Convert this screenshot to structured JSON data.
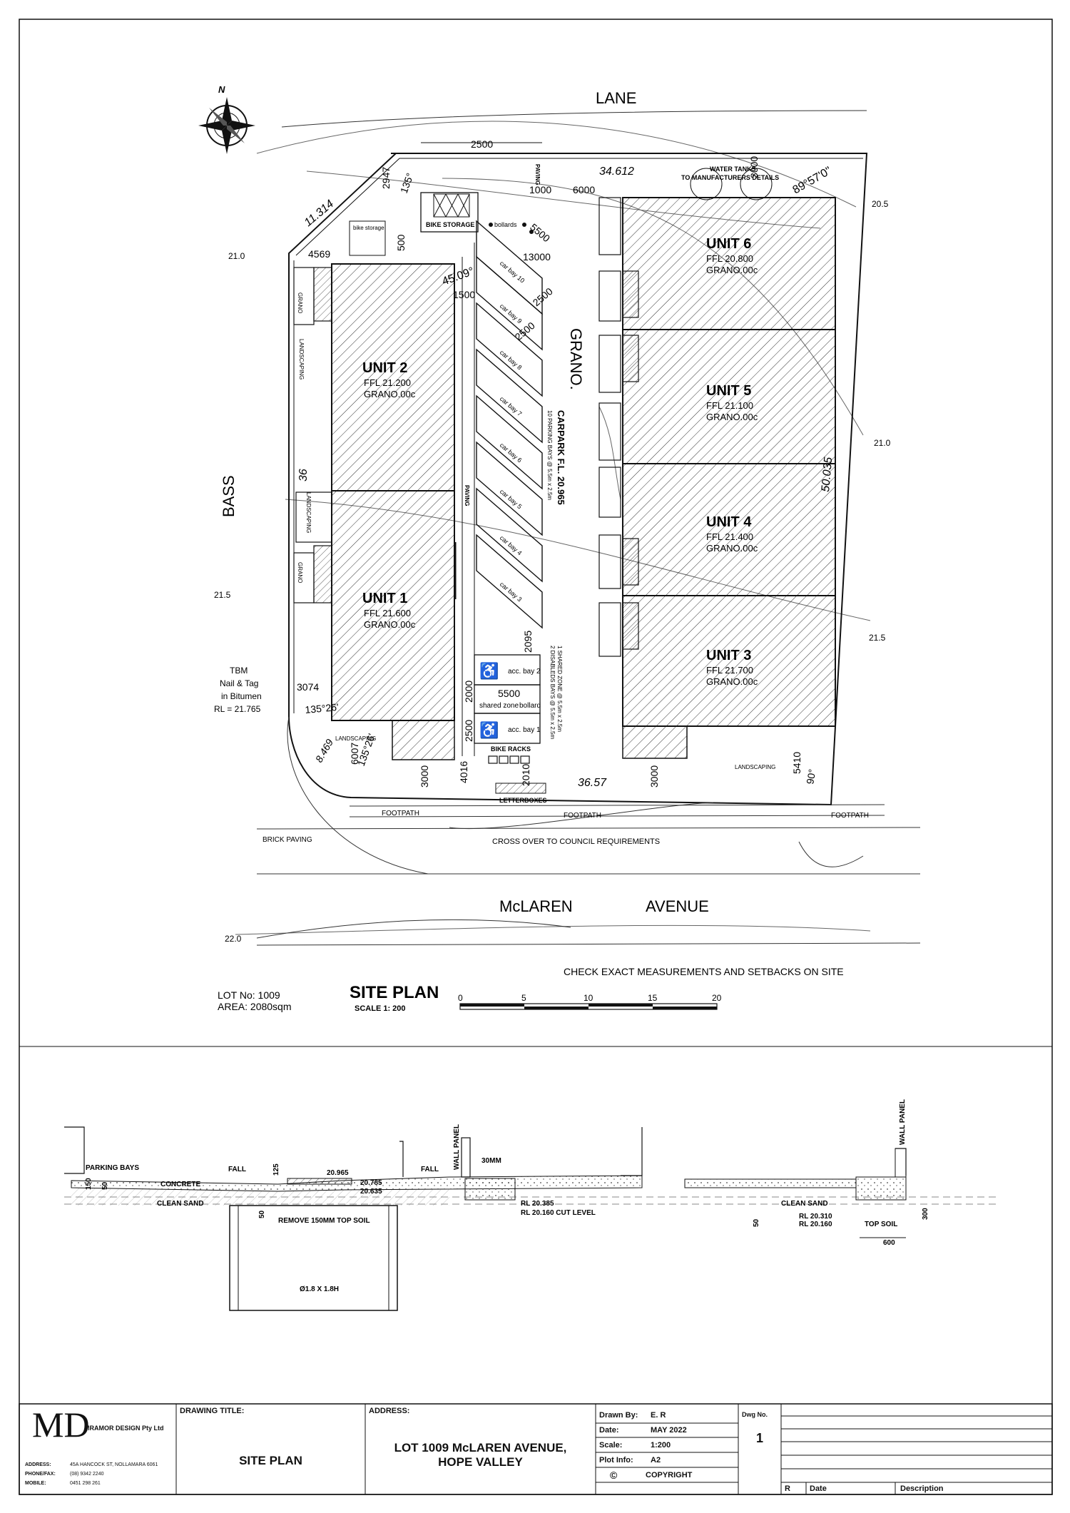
{
  "north": "N",
  "streets": {
    "lane": "LANE",
    "bass": "BASS",
    "mclaren": "McLAREN",
    "avenue": "AVENUE"
  },
  "units": [
    {
      "name": "UNIT 6",
      "ffl": "FFL 20.800",
      "grano": "GRANO.00c"
    },
    {
      "name": "UNIT 5",
      "ffl": "FFL 21.100",
      "grano": "GRANO.00c"
    },
    {
      "name": "UNIT 4",
      "ffl": "FFL 21.400",
      "grano": "GRANO.00c"
    },
    {
      "name": "UNIT 3",
      "ffl": "FFL 21.700",
      "grano": "GRANO.00c"
    },
    {
      "name": "UNIT 2",
      "ffl": "FFL 21.200",
      "grano": "GRANO.00c"
    },
    {
      "name": "UNIT 1",
      "ffl": "FFL 21.600",
      "grano": "GRANO.00c"
    }
  ],
  "car_bays": [
    "car bay 10",
    "car bay 9",
    "car bay 8",
    "car bay 7",
    "car bay 6",
    "car bay 5",
    "car bay 4",
    "car bay 3"
  ],
  "labels": {
    "water_tanks_1": "WATER TANKS",
    "water_tanks_2": "TO MANUFACTURERS DETAILS",
    "bike_storage": "BIKE STORAGE",
    "bike_storage_small": "bike storage",
    "bollards": "bollards",
    "bollard": "bollard",
    "paving": "PAVING",
    "grano": "GRANO.",
    "grano_small": "GRANO",
    "carpark": "CARPARK F.L. 20.965",
    "parking_bays": "10 PARKING BAYS @ 5.5m x 2.5m",
    "disabled_bays": "2 DISABLEDS BAYS @ 5.5m x 2.5m",
    "shared_zone_note": "1 SHARED ZONE @ 5.5m x 2.5m",
    "acc_bay_2": "acc. bay 2",
    "acc_bay_1": "acc. bay 1",
    "shared_zone": "shared zone",
    "landscaping": "LANDSCAPING",
    "bike_racks": "BIKE RACKS",
    "letterboxes": "LETTERBOXES",
    "footpath": "FOOTPATH",
    "brick_paving": "BRICK PAVING",
    "crossover": "CROSS OVER TO COUNCIL REQUIREMENTS",
    "tbm_1": "TBM",
    "tbm_2": "Nail & Tag",
    "tbm_3": "in Bitumen",
    "tbm_4": "RL = 21.765",
    "check": "CHECK EXACT MEASUREMENTS AND SETBACKS ON SITE",
    "lot": "LOT No: 1009",
    "area": "AREA:  2080sqm",
    "site_plan": "SITE PLAN",
    "scale": "SCALE 1: 200"
  },
  "dims": {
    "d2500": "2500",
    "d34612": "34.612",
    "d1000": "1000",
    "d6000": "6000",
    "d3000": "3000",
    "d8957": "89°57'0\"",
    "d11314": "11.314",
    "d2947": "2947",
    "d135": "135°",
    "d4569": "4569",
    "d500": "500",
    "d5500": "5500",
    "d13000": "13000",
    "d4509": "45.09°",
    "d1500": "1500",
    "d2500b": "2500",
    "d2500c": "2500",
    "d36": "36",
    "d50035": "50.035",
    "d2095": "2095",
    "d3074": "3074",
    "d13526a": "135°26'",
    "d8469": "8.469",
    "d6007": "6007",
    "d13526b": "135°26'",
    "d5500b": "5500",
    "d2000": "2000",
    "d2500d": "2500",
    "d4016": "4016",
    "d2010": "2010",
    "d3657": "36.57",
    "d3000b": "3000",
    "d3000c": "3000",
    "d5410": "5410",
    "d90": "90°",
    "c210": "21.0",
    "c205": "20.5",
    "c215": "21.5",
    "c220": "22.0"
  },
  "scale_bar": [
    "0",
    "5",
    "10",
    "15",
    "20"
  ],
  "sections": {
    "parking_bays": "PARKING BAYS",
    "fall": "FALL",
    "concrete": "CONCRETE",
    "clean_sand": "CLEAN SAND",
    "remove_topsoil": "REMOVE 150MM TOP SOIL",
    "soakwell": "Ø1.8 X 1.8H",
    "wall_panel": "WALL PANEL",
    "mm30": "30MM",
    "rl20965": "20.965",
    "rl20785": "20.785",
    "rl20635": "20.635",
    "rl20385": "RL 20.385",
    "rl20160cut": "RL 20.160 CUT LEVEL",
    "rl20310": "RL 20.310",
    "rl20160": "RL 20.160",
    "top_soil": "TOP SOIL",
    "d150": "150",
    "d50": "50",
    "d125": "125",
    "d50b": "50",
    "d50c": "50",
    "d300": "300",
    "d600": "600"
  },
  "title_block": {
    "logo": "MD",
    "company": "MRAMOR DESIGN Pty Ltd",
    "address_label": "ADDRESS:",
    "address_value": "45A HANCOCK ST, NOLLAMARA 6061",
    "phone_label": "PHONE/FAX:",
    "phone_value": "(08) 9342 2240",
    "mobile_label": "MOBILE:",
    "mobile_value": "0451 298 261",
    "drawing_title_label": "DRAWING TITLE:",
    "drawing_title": "SITE PLAN",
    "addr_heading": "ADDRESS:",
    "address_line1": "LOT 1009 McLAREN AVENUE,",
    "address_line2": "HOPE VALLEY",
    "drawn_by_label": "Drawn By:",
    "drawn_by": "E. R",
    "date_label": "Date:",
    "date": "MAY 2022",
    "scale_label": "Scale:",
    "scale": "1:200",
    "plot_label": "Plot Info:",
    "plot": "A2",
    "copyright_symbol": "©",
    "copyright": "COPYRIGHT",
    "dwg_label": "Dwg No.",
    "dwg": "1",
    "rev_r": "R",
    "rev_date": "Date",
    "rev_desc": "Description"
  }
}
